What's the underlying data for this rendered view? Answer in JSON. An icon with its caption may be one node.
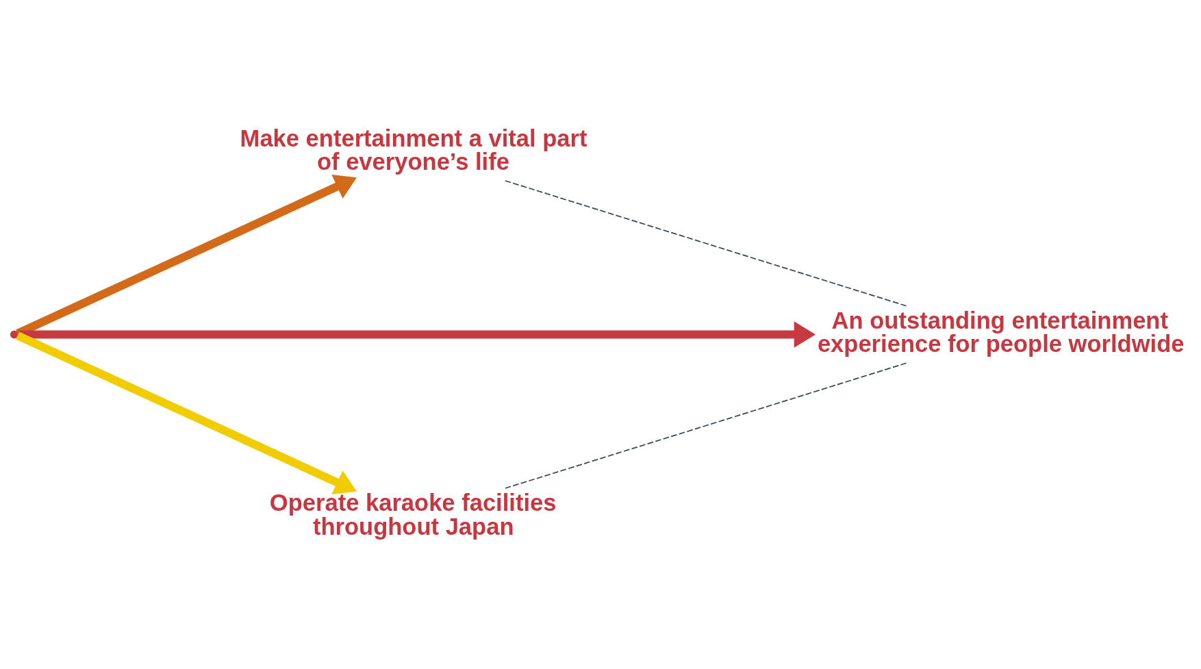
{
  "diagram": {
    "nodes": [
      {
        "text": [],
        "shape": "point"
      },
      {
        "text": [
          "Make entertainment a vital part of everyone’s life"
        ]
      },
      {
        "text": [
          "An outstanding entertainment experience for people worldwide"
        ]
      },
      {
        "text": [
          "Operate karaoke facilities throughout Japan"
        ]
      }
    ],
    "edges": [
      {
        "from": 0,
        "to": 1,
        "arrow": "to",
        "color": "#d26a1a"
      },
      {
        "from": 0,
        "to": 2,
        "arrow": "to",
        "color": "#c83a42"
      },
      {
        "from": 0,
        "to": 3,
        "arrow": "to",
        "color": "#f0cc00"
      },
      {
        "from": 1,
        "to": 2,
        "arrow": "none",
        "style": "dashed"
      },
      {
        "from": 3,
        "to": 2,
        "arrow": "none",
        "style": "dashed"
      }
    ]
  }
}
